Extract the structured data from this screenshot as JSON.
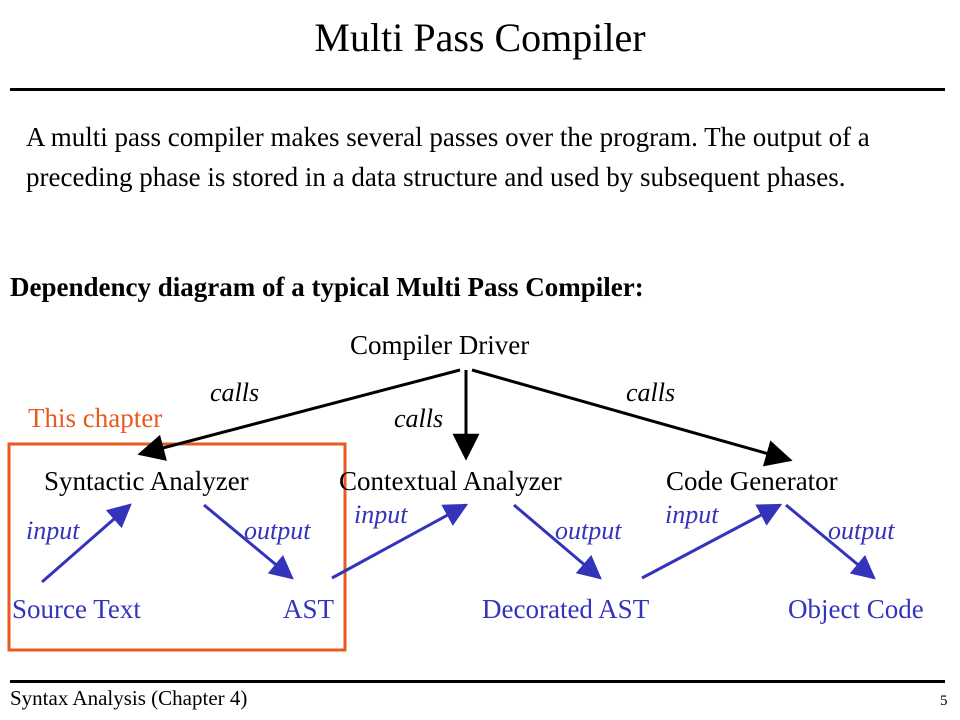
{
  "slide": {
    "title": "Multi Pass Compiler",
    "intro": "A multi pass compiler makes several passes over the program. The output of a preceding phase is stored in a data structure and used by subsequent phases.",
    "diagram_heading": "Dependency diagram of a typical Multi Pass Compiler:",
    "footer_label": "Syntax Analysis (Chapter 4)",
    "slide_number": "5"
  },
  "diagram": {
    "nodes": {
      "driver": "Compiler Driver",
      "syntactic": "Syntactic Analyzer",
      "contextual": "Contextual Analyzer",
      "codegen": "Code Generator",
      "source": "Source Text",
      "ast": "AST",
      "decorated": "Decorated AST",
      "object": "Object Code"
    },
    "edge_labels": {
      "calls_left": "calls",
      "calls_middle": "calls",
      "calls_right": "calls",
      "input_1": "input",
      "output_1": "output",
      "input_2": "input",
      "output_2": "output",
      "input_3": "input",
      "output_3": "output"
    },
    "highlight_label": "This chapter"
  },
  "colors": {
    "text": "#000000",
    "data_flow": "#3333bb",
    "highlight": "#e85a20"
  }
}
